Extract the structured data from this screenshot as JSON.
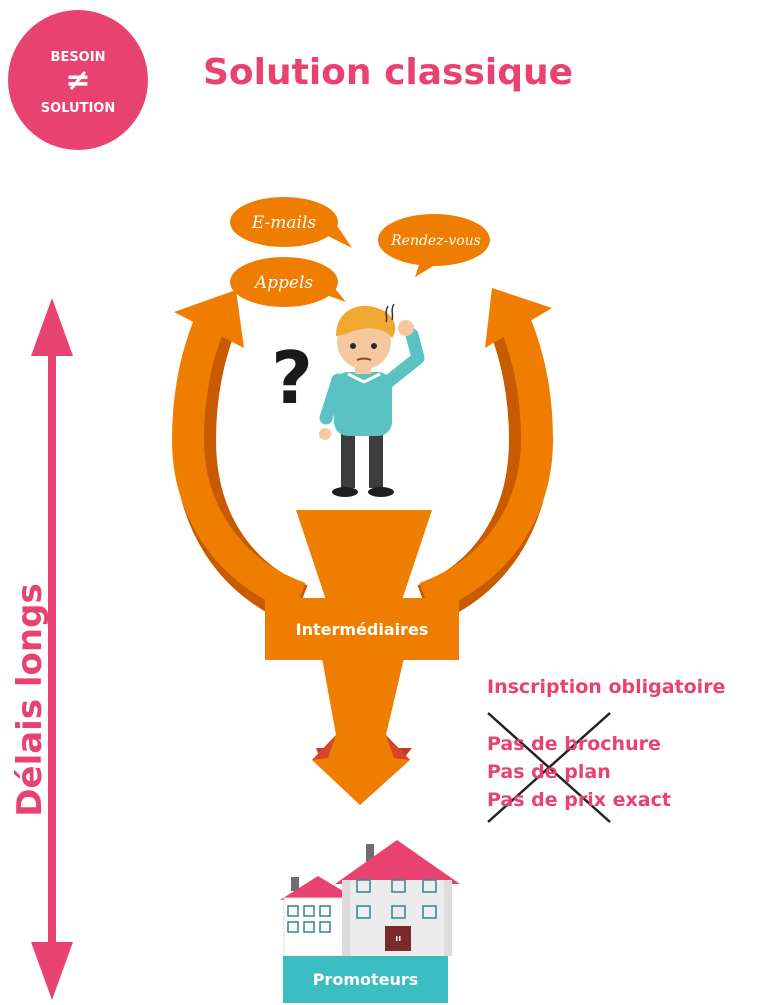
{
  "badge": {
    "top": "BESOIN",
    "symbol": "≠",
    "bottom": "SOLUTION"
  },
  "title": "Solution classique",
  "vertical_label": "Délais longs",
  "bubbles": {
    "emails": "E-mails",
    "rendezvous": "Rendez-vous",
    "appels": "Appels"
  },
  "question_mark": "?",
  "funnel_label": "Intermédiaires",
  "promoters_label": "Promoteurs",
  "notes": {
    "inscription": "Inscription obligatoire",
    "crossed": [
      "Pas de brochure",
      "Pas de plan",
      "Pas de prix exact"
    ]
  },
  "colors": {
    "pink": "#e84270",
    "orange": "#ef7d00",
    "teal": "#3bbdc1"
  }
}
